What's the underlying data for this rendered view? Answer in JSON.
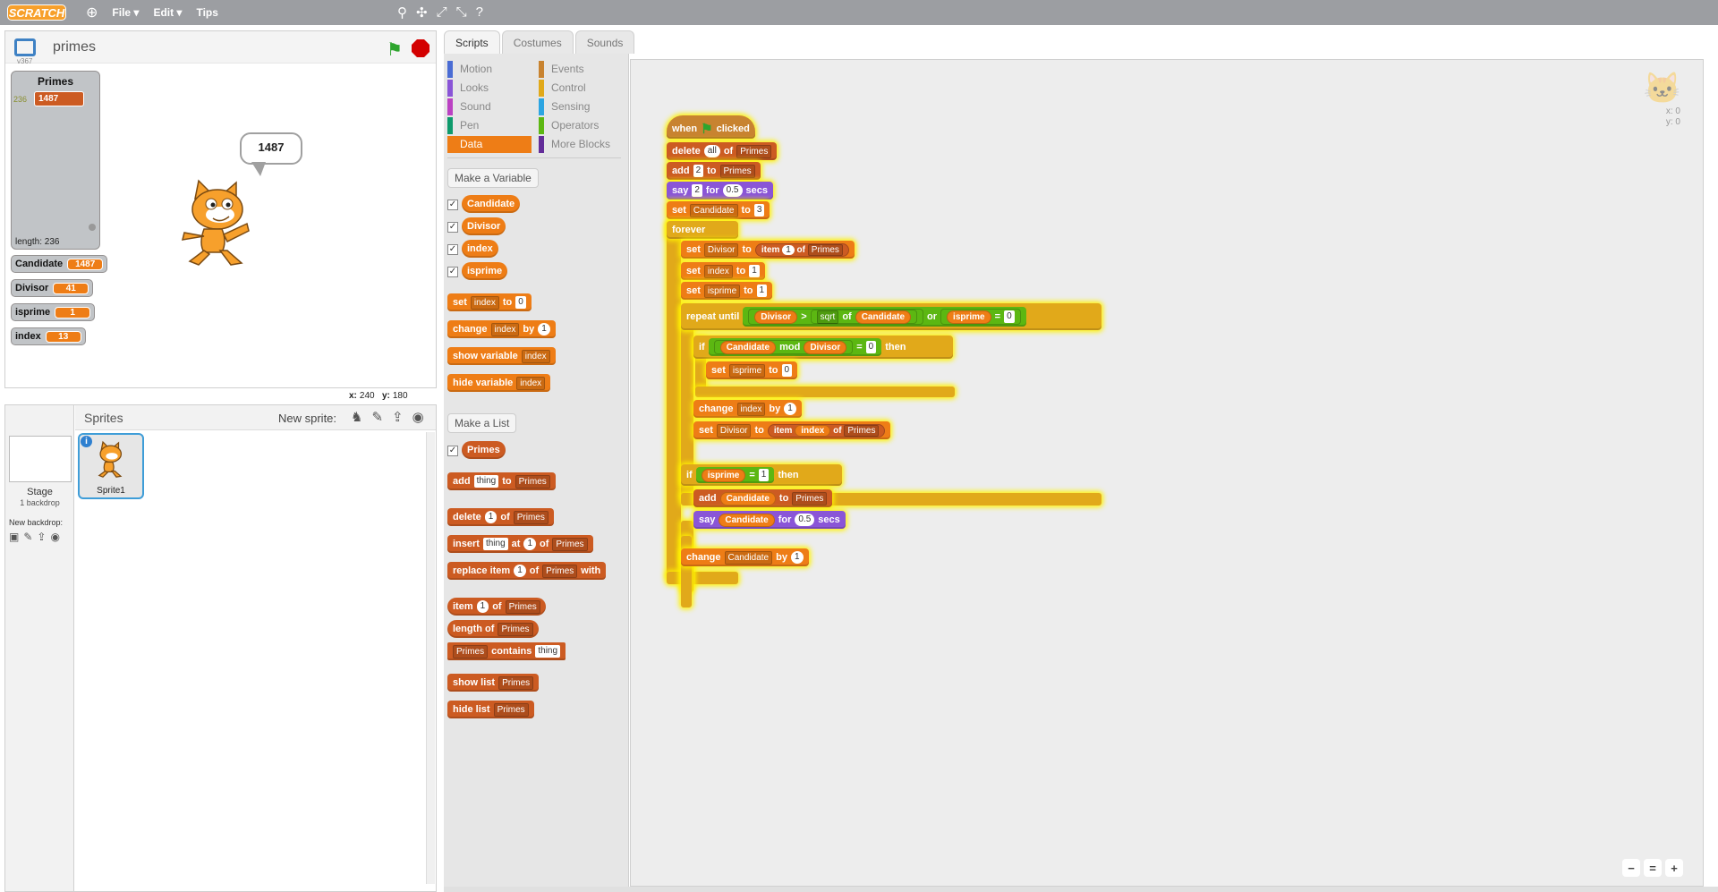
{
  "menubar": {
    "logo": "SCRATCH",
    "file": "File ▾",
    "edit": "Edit ▾",
    "tips": "Tips"
  },
  "stage": {
    "version": "v367",
    "project_name": "primes",
    "list_monitor": {
      "title": "Primes",
      "index": "236",
      "value": "1487",
      "length": "length: 236"
    },
    "variables": [
      {
        "name": "Candidate",
        "value": "1487"
      },
      {
        "name": "Divisor",
        "value": "41"
      },
      {
        "name": "isprime",
        "value": "1"
      },
      {
        "name": "index",
        "value": "13"
      }
    ],
    "bubble": "1487",
    "coords": {
      "x_label": "x:",
      "x": "240",
      "y_label": "y:",
      "y": "180"
    }
  },
  "sprites": {
    "title": "Sprites",
    "new_sprite": "New sprite:",
    "stage_label": "Stage",
    "stage_sub": "1 backdrop",
    "new_backdrop": "New backdrop:",
    "sprite_name": "Sprite1"
  },
  "tabs": [
    "Scripts",
    "Costumes",
    "Sounds"
  ],
  "categories": [
    {
      "name": "Motion",
      "color": "#4a6cd4"
    },
    {
      "name": "Events",
      "color": "#c88330"
    },
    {
      "name": "Looks",
      "color": "#8a55d7"
    },
    {
      "name": "Control",
      "color": "#e1a91a"
    },
    {
      "name": "Sound",
      "color": "#bb42c3"
    },
    {
      "name": "Sensing",
      "color": "#2ca5e2"
    },
    {
      "name": "Pen",
      "color": "#0e9a6c"
    },
    {
      "name": "Operators",
      "color": "#5cb712"
    },
    {
      "name": "Data",
      "color": "#ee7d16"
    },
    {
      "name": "More Blocks",
      "color": "#632d99"
    }
  ],
  "palette": {
    "make_variable": "Make a Variable",
    "make_list": "Make a List",
    "var_reporters": [
      "Candidate",
      "Divisor",
      "index",
      "isprime"
    ],
    "list_reporter": "Primes",
    "set": {
      "w1": "set",
      "var": "index",
      "w2": "to",
      "val": "0"
    },
    "change": {
      "w1": "change",
      "var": "index",
      "w2": "by",
      "val": "1"
    },
    "show_var": {
      "w1": "show variable",
      "var": "index"
    },
    "hide_var": {
      "w1": "hide variable",
      "var": "index"
    },
    "add": {
      "w1": "add",
      "val": "thing",
      "w2": "to",
      "list": "Primes"
    },
    "delete": {
      "w1": "delete",
      "val": "1",
      "w2": "of",
      "list": "Primes"
    },
    "insert": {
      "w1": "insert",
      "val": "thing",
      "w2": "at",
      "idx": "1",
      "w3": "of",
      "list": "Primes"
    },
    "replace": {
      "w1": "replace item",
      "idx": "1",
      "w2": "of",
      "list": "Primes",
      "w3": "with"
    },
    "item": {
      "w1": "item",
      "idx": "1",
      "w2": "of",
      "list": "Primes"
    },
    "length": {
      "w1": "length of",
      "list": "Primes"
    },
    "contains": {
      "list": "Primes",
      "w1": "contains",
      "val": "thing"
    },
    "show_list": {
      "w1": "show list",
      "list": "Primes"
    },
    "hide_list": {
      "w1": "hide list",
      "list": "Primes"
    }
  },
  "script": {
    "hat": {
      "w1": "when",
      "w2": "clicked"
    },
    "l1": {
      "w1": "delete",
      "val": "all",
      "w2": "of",
      "list": "Primes"
    },
    "l2": {
      "w1": "add",
      "val": "2",
      "w2": "to",
      "list": "Primes"
    },
    "l3": {
      "w1": "say",
      "val": "2",
      "w2": "for",
      "secs": "0.5",
      "w3": "secs"
    },
    "l4": {
      "w1": "set",
      "var": "Candidate",
      "w2": "to",
      "val": "3"
    },
    "forever": "forever",
    "l5": {
      "w1": "set",
      "var": "Divisor",
      "w2": "to",
      "w3": "item",
      "idx": "1",
      "w4": "of",
      "list": "Primes"
    },
    "l6": {
      "w1": "set",
      "var": "index",
      "w2": "to",
      "val": "1"
    },
    "l7": {
      "w1": "set",
      "var": "isprime",
      "w2": "to",
      "val": "1"
    },
    "repeat": {
      "w1": "repeat until",
      "a": "Divisor",
      "gt": ">",
      "fn": "sqrt",
      "w2": "of",
      "b": "Candidate",
      "or": "or",
      "c": "isprime",
      "eq": "=",
      "val": "0"
    },
    "if1": {
      "w1": "if",
      "a": "Candidate",
      "mod": "mod",
      "b": "Divisor",
      "eq": "=",
      "val": "0",
      "w2": "then"
    },
    "l8": {
      "w1": "set",
      "var": "isprime",
      "w2": "to",
      "val": "0"
    },
    "l9": {
      "w1": "change",
      "var": "index",
      "w2": "by",
      "val": "1"
    },
    "l10": {
      "w1": "set",
      "var": "Divisor",
      "w2": "to",
      "w3": "item",
      "idx": "index",
      "w4": "of",
      "list": "Primes"
    },
    "if2": {
      "w1": "if",
      "a": "isprime",
      "eq": "=",
      "val": "1",
      "w2": "then"
    },
    "l11": {
      "w1": "add",
      "var": "Candidate",
      "w2": "to",
      "list": "Primes"
    },
    "l12": {
      "w1": "say",
      "var": "Candidate",
      "w2": "for",
      "secs": "0.5",
      "w3": "secs"
    },
    "l13": {
      "w1": "change",
      "var": "Candidate",
      "w2": "by",
      "val": "1"
    }
  },
  "script_area": {
    "x": "x: 0",
    "y": "y: 0"
  }
}
